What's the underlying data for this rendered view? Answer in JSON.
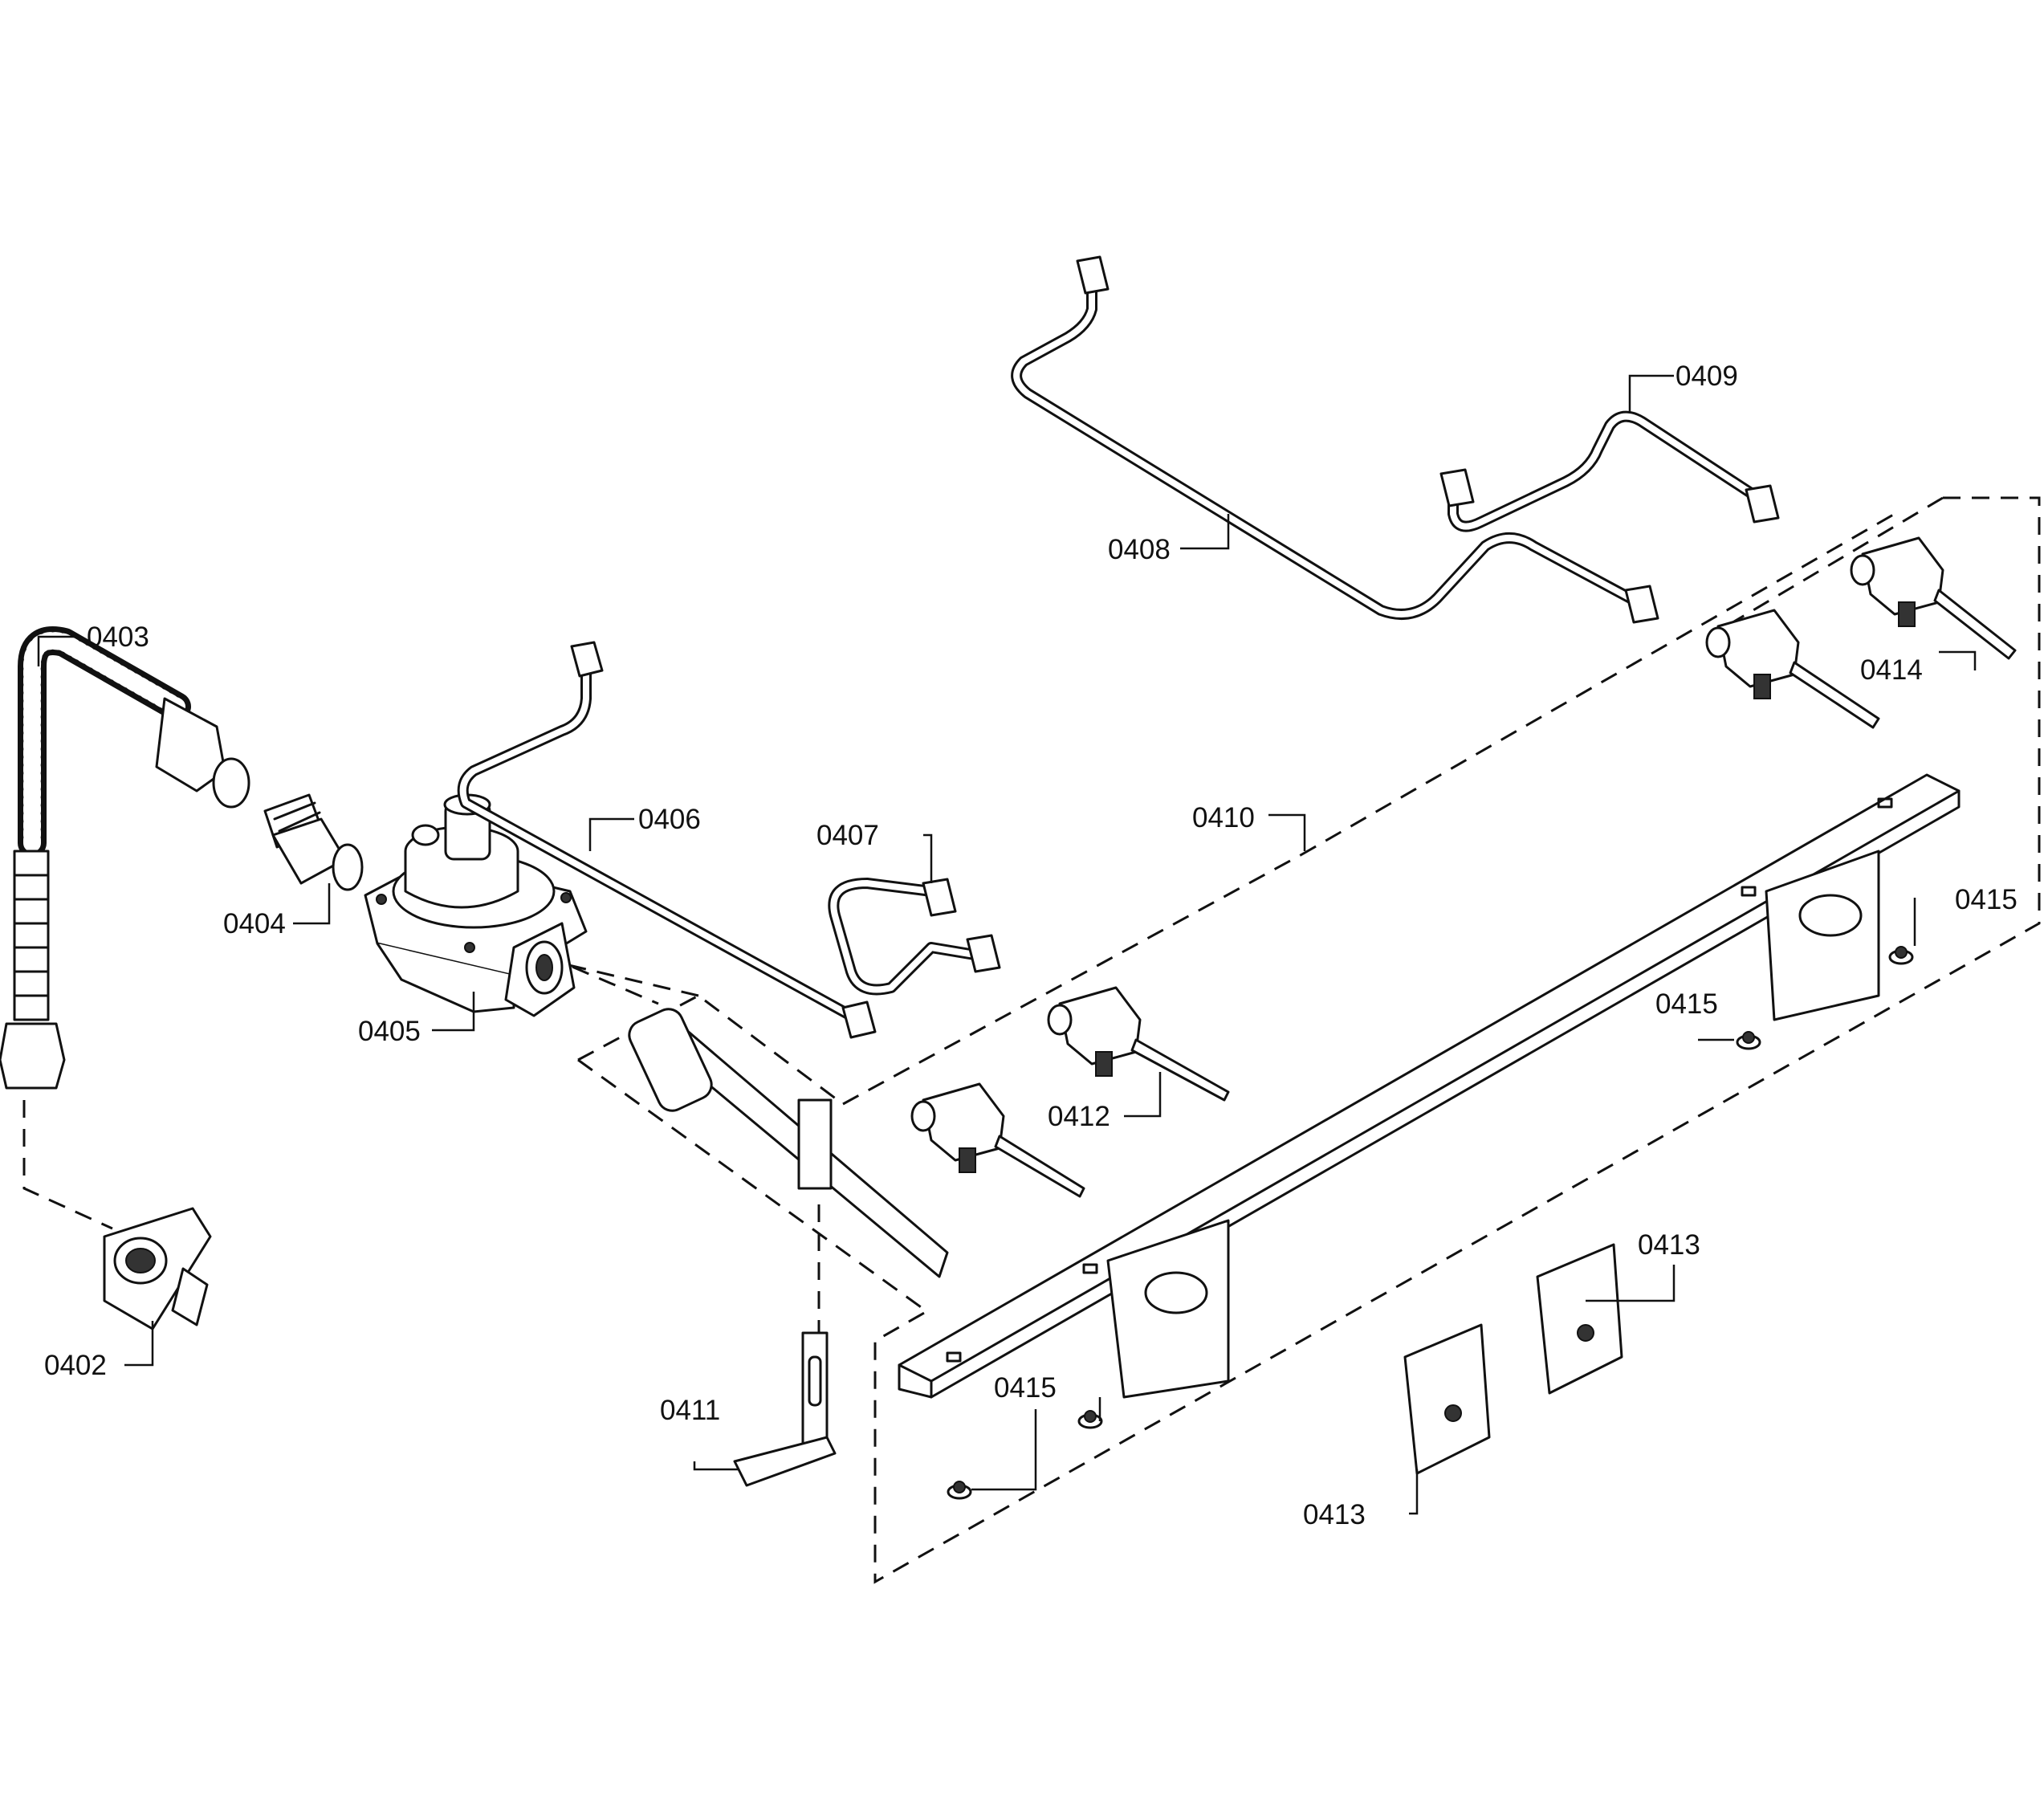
{
  "callouts": [
    {
      "id": "c0402",
      "label": "0402"
    },
    {
      "id": "c0403",
      "label": "0403"
    },
    {
      "id": "c0404",
      "label": "0404"
    },
    {
      "id": "c0405",
      "label": "0405"
    },
    {
      "id": "c0406",
      "label": "0406"
    },
    {
      "id": "c0407",
      "label": "0407"
    },
    {
      "id": "c0408",
      "label": "0408"
    },
    {
      "id": "c0409",
      "label": "0409"
    },
    {
      "id": "c0410",
      "label": "0410"
    },
    {
      "id": "c0411",
      "label": "0411"
    },
    {
      "id": "c0412",
      "label": "0412"
    },
    {
      "id": "c0413a",
      "label": "0413"
    },
    {
      "id": "c0413b",
      "label": "0413"
    },
    {
      "id": "c0414",
      "label": "0414"
    },
    {
      "id": "c0415a",
      "label": "0415"
    },
    {
      "id": "c0415b",
      "label": "0415"
    },
    {
      "id": "c0415c",
      "label": "0415"
    },
    {
      "id": "c0415d",
      "label": "0415"
    }
  ]
}
